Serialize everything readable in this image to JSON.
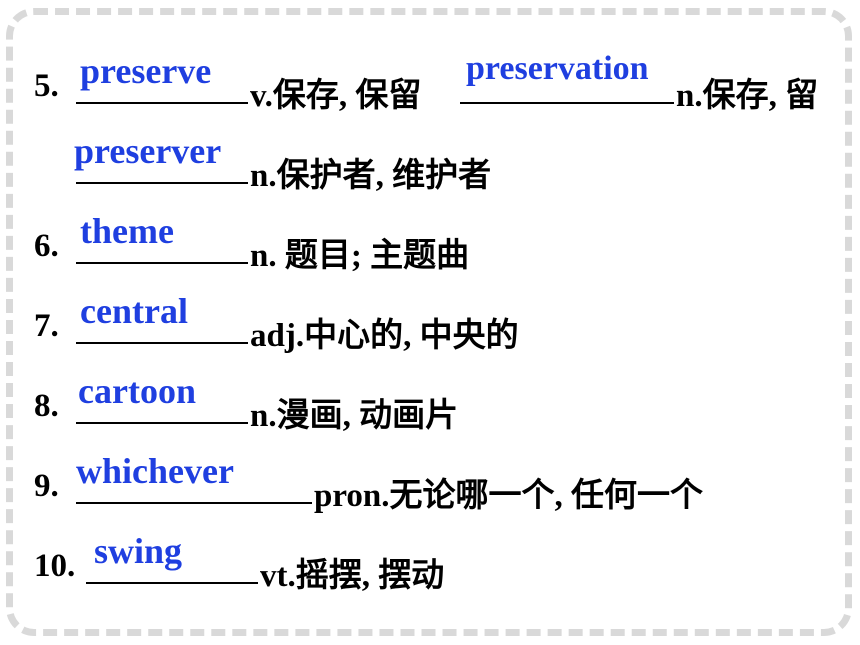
{
  "items": [
    {
      "number": "5.",
      "answer": "preserve",
      "meaning": "v.保存, 保留",
      "answer2": "preservation",
      "meaning2": "n.保存, 留"
    },
    {
      "answer": "preserver",
      "meaning": "n.保护者, 维护者"
    },
    {
      "number": "6.",
      "answer": "theme",
      "meaning": "n. 题目; 主题曲"
    },
    {
      "number": "7.",
      "answer": "central",
      "meaning": "adj.中心的, 中央的"
    },
    {
      "number": "8.",
      "answer": "cartoon",
      "meaning": "n.漫画, 动画片"
    },
    {
      "number": "9.",
      "answer": "whichever",
      "meaning": "pron.无论哪一个, 任何一个"
    },
    {
      "number": "10.",
      "answer": "swing",
      "meaning": "vt.摇摆, 摆动"
    }
  ],
  "colors": {
    "answer": "#1f3fe0",
    "text": "#000000",
    "frame": "#d9d9d9"
  }
}
